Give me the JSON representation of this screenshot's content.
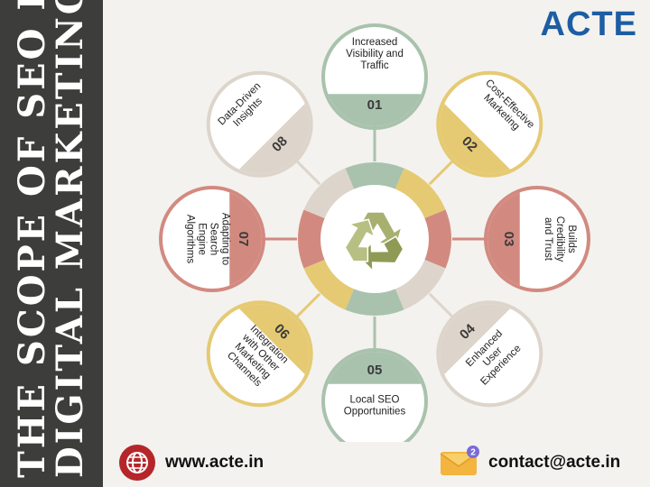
{
  "title": {
    "line1": "THE SCOPE OF SEO IN",
    "line2": "DIGITAL MARKETING"
  },
  "logo": "ACTE",
  "center_icon": "recycle-icon",
  "items": [
    {
      "number": "01",
      "lines": [
        "Increased",
        "Visibility and",
        "Traffic"
      ],
      "color": "#a9c2ad"
    },
    {
      "number": "02",
      "lines": [
        "Cost-Effective",
        "Marketing"
      ],
      "color": "#e5ca73"
    },
    {
      "number": "03",
      "lines": [
        "Builds",
        "Credibility",
        "and Trust"
      ],
      "color": "#d28a80"
    },
    {
      "number": "04",
      "lines": [
        "Enhanced",
        "User",
        "Experience"
      ],
      "color": "#ddd5cb"
    },
    {
      "number": "05",
      "lines": [
        "Local SEO",
        "Opportunities"
      ],
      "color": "#a9c2ad"
    },
    {
      "number": "06",
      "lines": [
        "Integration",
        "with Other",
        "Marketing",
        "Channels"
      ],
      "color": "#e5ca73"
    },
    {
      "number": "07",
      "lines": [
        "Adapting to",
        "Search",
        "Engine",
        "Algorithms"
      ],
      "color": "#d28a80"
    },
    {
      "number": "08",
      "lines": [
        "Data-Driven",
        "Insights"
      ],
      "color": "#ddd5cb"
    }
  ],
  "footer": {
    "website": "www.acte.in",
    "email": "contact@acte.in",
    "website_icon": "globe-icon",
    "email_icon": "email-icon",
    "badge": "2"
  }
}
